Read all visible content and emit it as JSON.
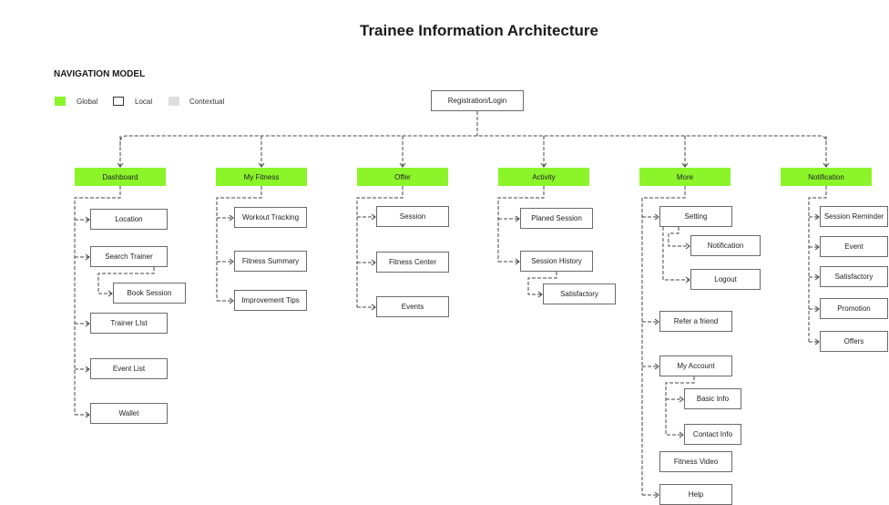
{
  "title": "Trainee Information Architecture",
  "subtitle": "NAVIGATION MODEL",
  "colors": {
    "global": "#8cf52a",
    "local_border": "#6b6b6b",
    "contextual": "#dddddd",
    "connector": "#444444"
  },
  "legend": [
    {
      "label": "Global",
      "type": "global"
    },
    {
      "label": "Local",
      "type": "local"
    },
    {
      "label": "Contextual",
      "type": "contextual"
    }
  ],
  "root": {
    "label": "Registration/Login"
  },
  "sections": [
    {
      "id": "dashboard",
      "label": "Dashboard",
      "items": [
        {
          "label": "Location"
        },
        {
          "label": "Search Trainer",
          "children": [
            {
              "label": "Book Session"
            }
          ]
        },
        {
          "label": "Trainer LIst"
        },
        {
          "label": "Event List"
        },
        {
          "label": "Wallet"
        }
      ]
    },
    {
      "id": "my-fitness",
      "label": "My Fitness",
      "items": [
        {
          "label": "Workout Tracking"
        },
        {
          "label": "Fitness Summary"
        },
        {
          "label": "Improvement Tips"
        }
      ]
    },
    {
      "id": "offer",
      "label": "Offer",
      "items": [
        {
          "label": "Session"
        },
        {
          "label": "Fitness Center"
        },
        {
          "label": "Events"
        }
      ]
    },
    {
      "id": "activity",
      "label": "Activity",
      "items": [
        {
          "label": "Planed Session"
        },
        {
          "label": "Session History",
          "children": [
            {
              "label": "Satisfactory"
            }
          ]
        }
      ]
    },
    {
      "id": "more",
      "label": "More",
      "items": [
        {
          "label": "Setting",
          "children": [
            {
              "label": "Notification"
            },
            {
              "label": "Logout"
            }
          ]
        },
        {
          "label": "Refer a friend"
        },
        {
          "label": "My Account",
          "children": [
            {
              "label": "Basic Info"
            },
            {
              "label": "Contact Info"
            }
          ]
        },
        {
          "label": "Fitness Video"
        },
        {
          "label": "Help"
        }
      ]
    },
    {
      "id": "notification",
      "label": "Notification",
      "items": [
        {
          "label": "Session Reminder"
        },
        {
          "label": "Event"
        },
        {
          "label": "Satisfactory"
        },
        {
          "label": "Promotion"
        },
        {
          "label": "Offers"
        }
      ]
    }
  ]
}
